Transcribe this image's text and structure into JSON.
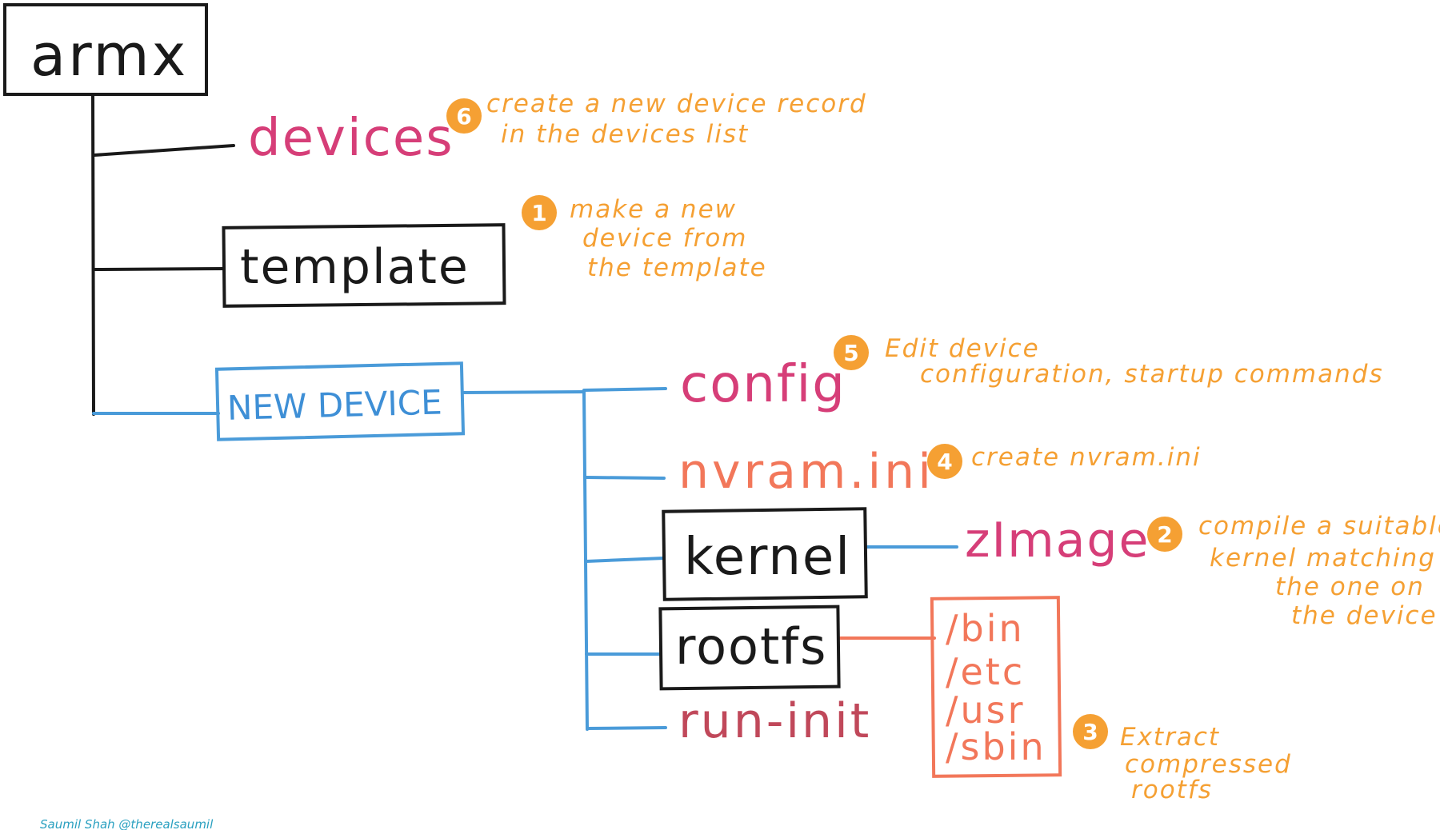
{
  "colors": {
    "line_black": "#1a1a1a",
    "line_blue": "#4a9bd9",
    "line_orange": "#f2775a",
    "text_pink": "#d63e78",
    "text_orange": "#f2775a",
    "text_rust": "#c0485a",
    "text_blue": "#3e8fd6",
    "note_orange": "#f5a033",
    "badge": "#f5a033",
    "credit": "#2aa0c0"
  },
  "nodes": {
    "root": "armx",
    "devices": "devices",
    "template": "template",
    "new_device": "NEW DEVICE",
    "config": "config",
    "nvram": "nvram.ini",
    "kernel": "kernel",
    "zimage": "zImage",
    "rootfs": "rootfs",
    "run_init": "run-init",
    "rootfs_dirs": [
      "/bin",
      "/etc",
      "/usr",
      "/sbin"
    ]
  },
  "notes": {
    "step6": {
      "number": "6",
      "lines": [
        "create a new device record",
        "in the devices list"
      ]
    },
    "step1": {
      "number": "1",
      "lines": [
        "make a new",
        "device from",
        "the template"
      ]
    },
    "step5": {
      "number": "5",
      "lines": [
        "Edit device",
        "configuration, startup commands"
      ]
    },
    "step4": {
      "number": "4",
      "lines": [
        "create nvram.ini"
      ]
    },
    "step2": {
      "number": "2",
      "lines": [
        "compile a suitable",
        "kernel matching",
        "the one on",
        "the device"
      ]
    },
    "step3": {
      "number": "3",
      "lines": [
        "Extract",
        "compressed",
        "rootfs"
      ]
    }
  },
  "credit": "Saumil Shah @therealsaumil"
}
